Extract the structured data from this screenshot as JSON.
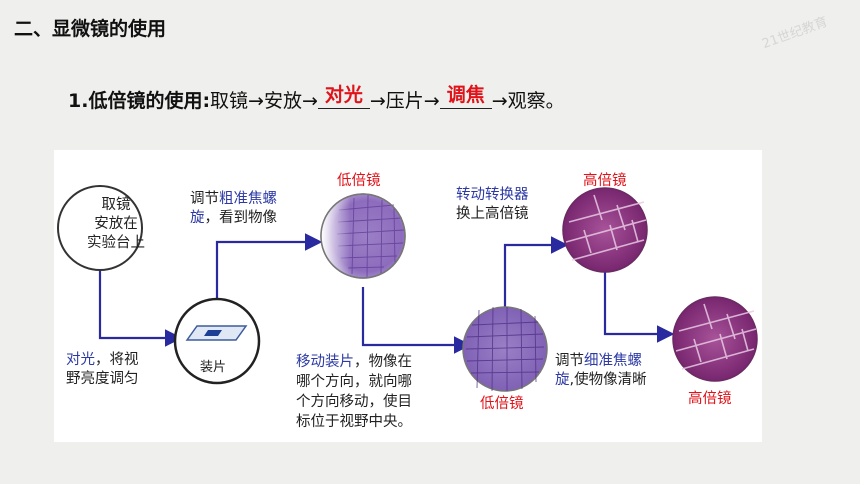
{
  "title": "二、显微镜的使用",
  "line1": {
    "heading": "1.低倍镜的使用:",
    "step1": "取镜→安放→",
    "blank1": "对光",
    "step2": "→压片→",
    "blank2": "调焦",
    "step3": "→观察。"
  },
  "diagram": {
    "start_l1": "取镜",
    "start_l2": "安放在",
    "start_l3": "实验台上",
    "slide_label": "装片",
    "light_blue": "对光",
    "light_rest_l1": "，将视",
    "light_rest_l2": "野亮度调匀",
    "coarse_pre": "调节",
    "coarse_blue_l1": "粗准焦螺",
    "coarse_blue_l2": "旋",
    "coarse_rest_l2": "，看到物像",
    "low1_label": "低倍镜",
    "move_blue": "移动装片",
    "move_rest_l1": "，物像在",
    "move_l2": "哪个方向，就向哪",
    "move_l3": "个方向移动，使目",
    "move_l4": "标位于视野中央。",
    "low2_label": "低倍镜",
    "switch_l1": "转动转换器",
    "switch_l2": "换上高倍镜",
    "high1_label": "高倍镜",
    "fine_pre": "调节",
    "fine_blue_l1": "细准焦螺",
    "fine_blue_l2": "旋",
    "fine_rest_l2": ",使物像清晰",
    "high2_label": "高倍镜"
  },
  "watermark": "21世纪教育"
}
